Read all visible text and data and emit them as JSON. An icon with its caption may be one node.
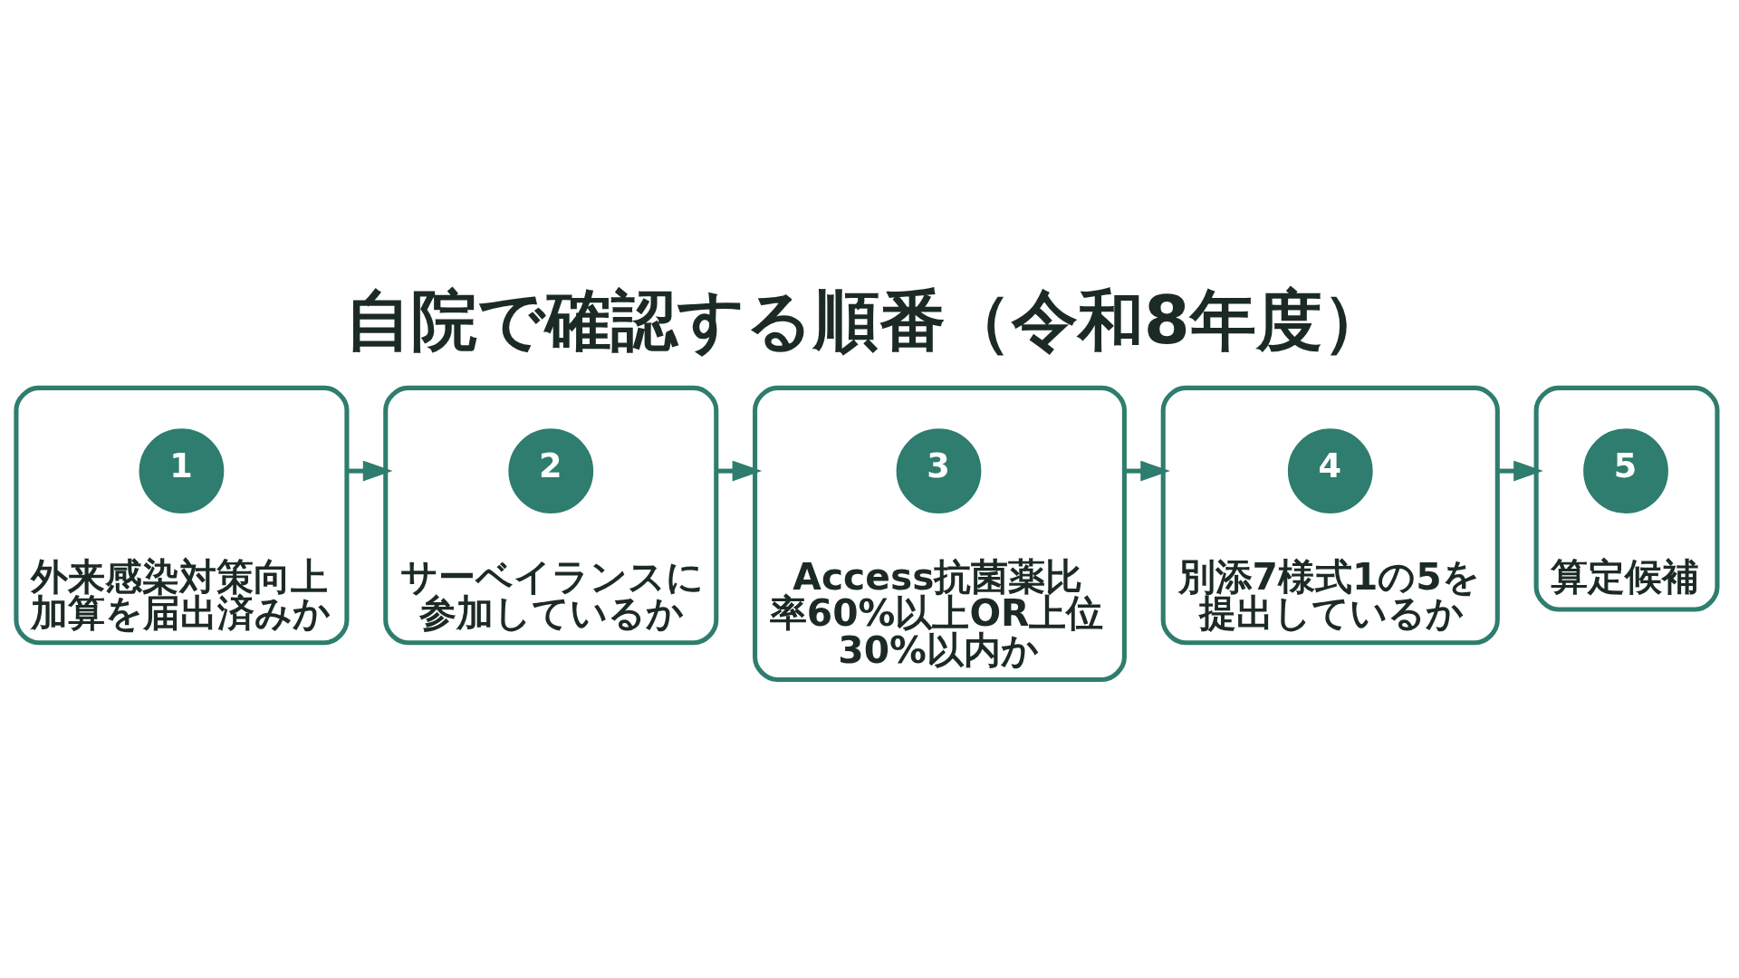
{
  "diagram": {
    "title": "自院で確認する順番（令和8年度）",
    "nodes": [
      {
        "text": [
          "外来感染対策向上加算を届出済みか"
        ]
      },
      {
        "text": [
          "1"
        ],
        "in": 0
      },
      {
        "text": [
          "サーベイランスに参加しているか"
        ]
      },
      {
        "text": [
          "2"
        ],
        "in": 2
      },
      {
        "text": [
          "Access抗菌薬比率60%以上OR上位30%以内か"
        ]
      },
      {
        "text": [
          "3"
        ],
        "in": 4
      },
      {
        "text": [
          "別添7様式1の5を提出しているか"
        ]
      },
      {
        "text": [
          "4"
        ],
        "in": 6
      },
      {
        "text": [
          "算定候補"
        ]
      },
      {
        "text": [
          "5"
        ],
        "in": 8
      }
    ],
    "edges": [
      {
        "from": 0,
        "to": 2,
        "arrow": "to"
      },
      {
        "from": 2,
        "to": 4,
        "arrow": "to"
      },
      {
        "from": 4,
        "to": 6,
        "arrow": "to"
      },
      {
        "from": 6,
        "to": 8,
        "arrow": "to"
      }
    ]
  }
}
